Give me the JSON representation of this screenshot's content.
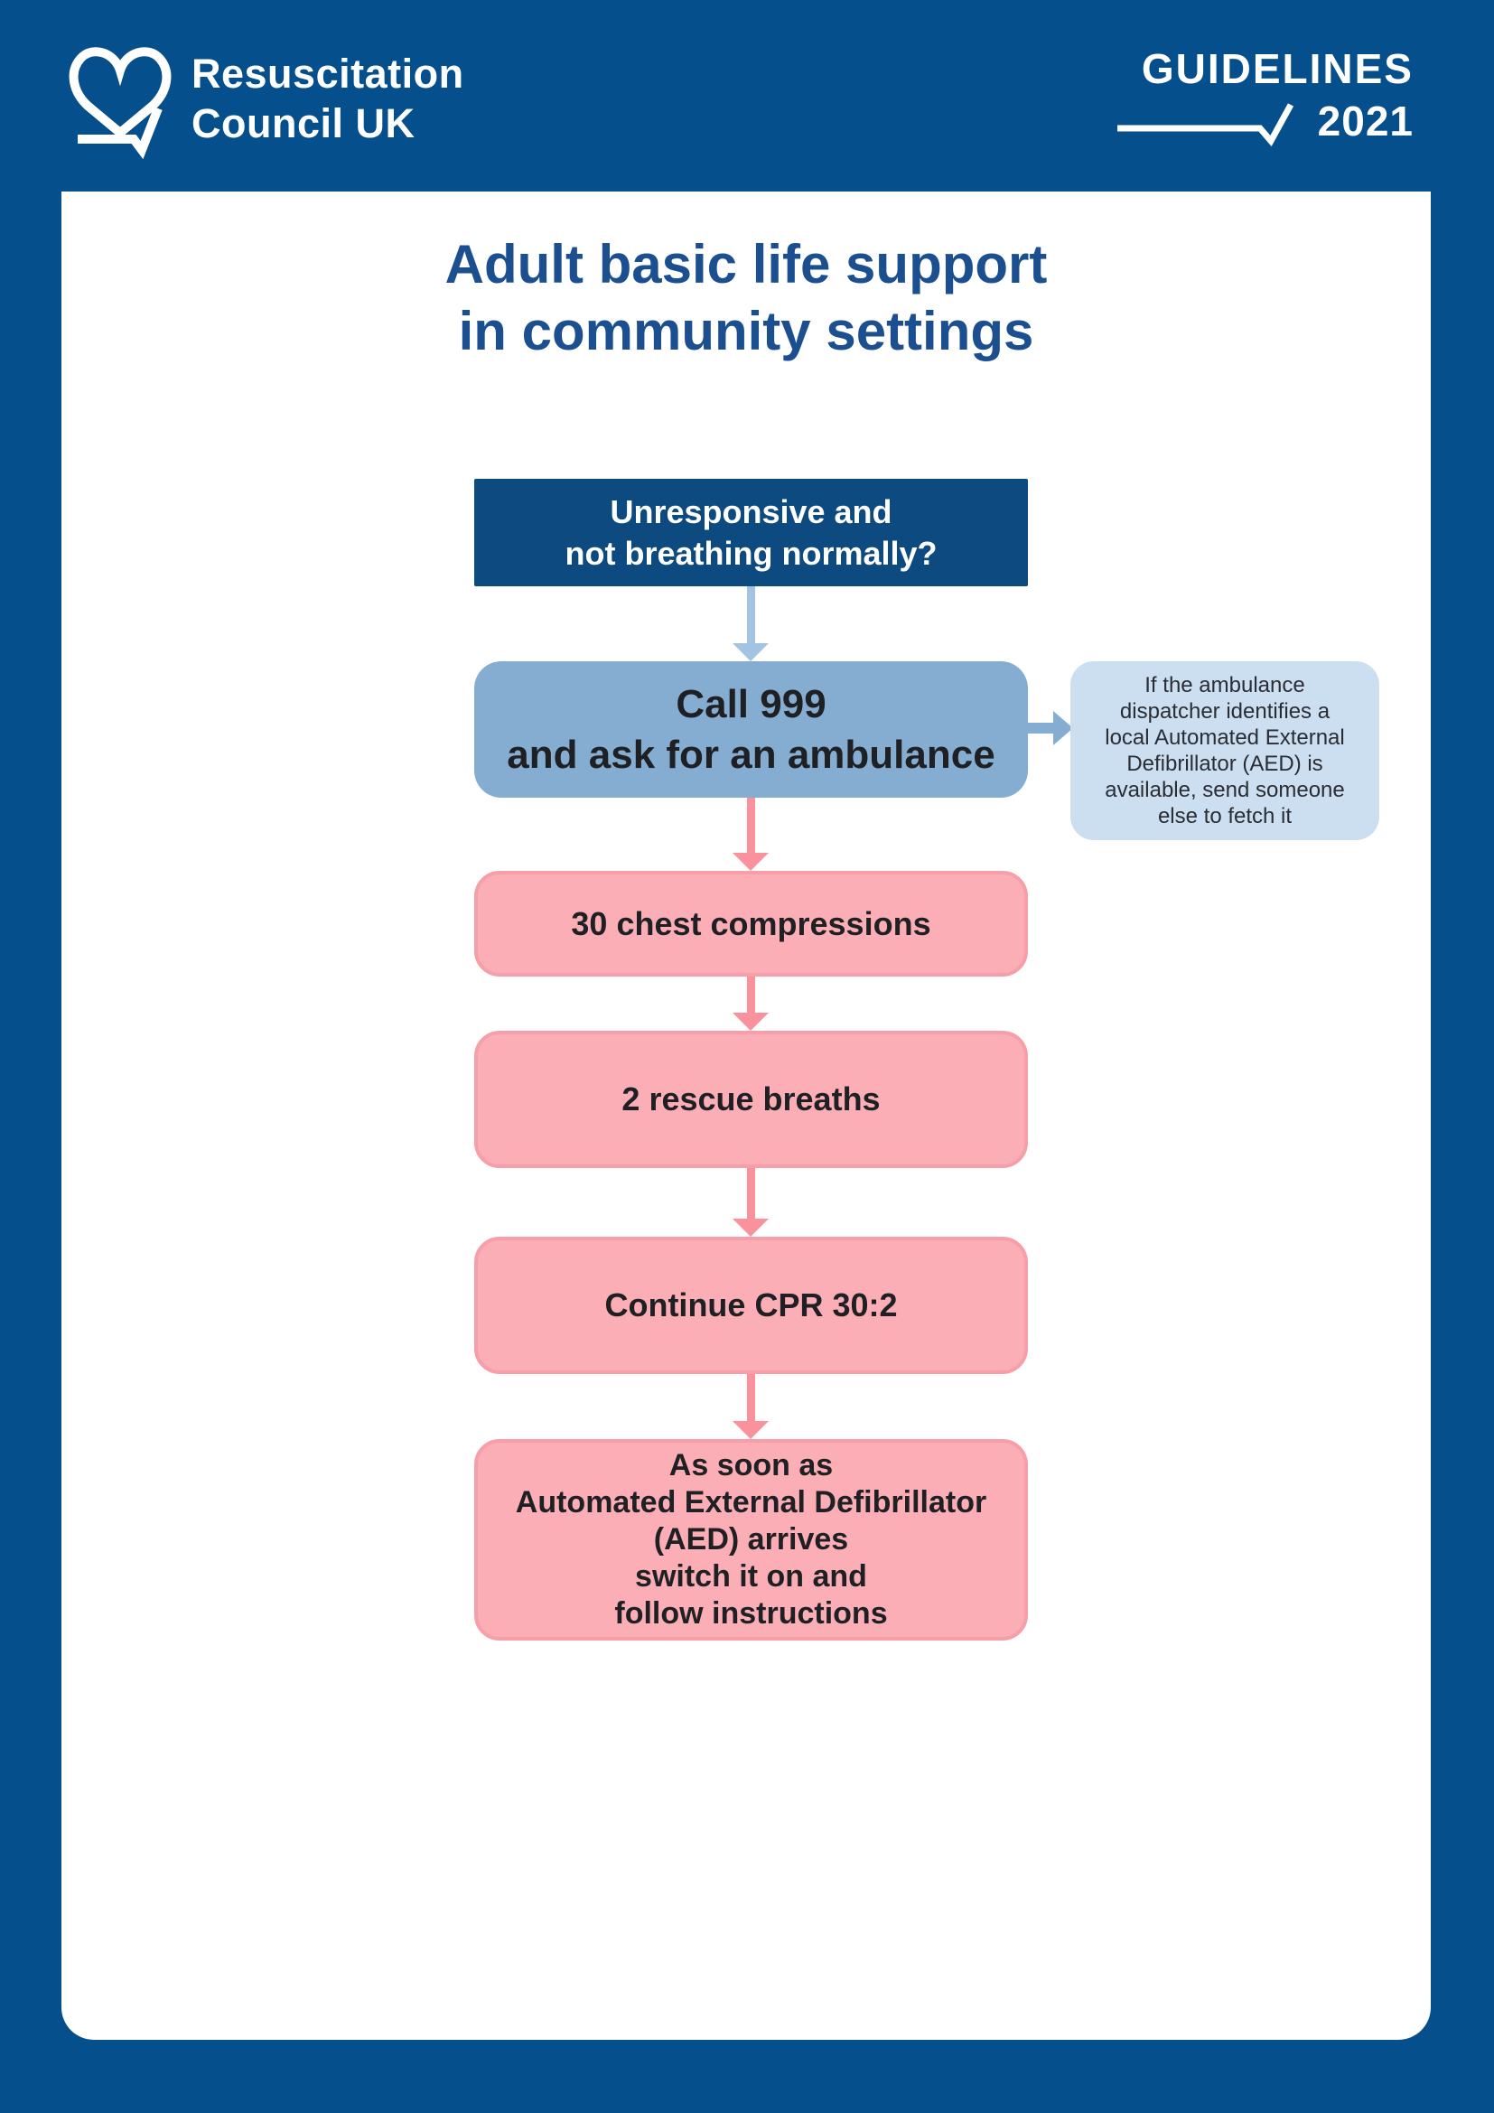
{
  "colors": {
    "frame_blue": "#044f8c",
    "box_dark_blue": "#0d4a80",
    "box_mid_blue": "#85add2",
    "note_blue": "#cbdff0",
    "arrow_light_blue": "#a3c4e1",
    "pink_fill": "#fbaeb5",
    "pink_arrow": "#f9929d",
    "title_blue": "#1b4f90"
  },
  "header": {
    "org_line1": "Resuscitation",
    "org_line2": "Council UK",
    "guidelines_label": "GUIDELINES",
    "guidelines_year": "2021"
  },
  "title": {
    "line1": "Adult basic life support",
    "line2": "in community settings"
  },
  "flow": {
    "step1": {
      "line1": "Unresponsive and",
      "line2": "not breathing normally?"
    },
    "step2": {
      "line1": "Call 999",
      "line2": "and ask for an ambulance"
    },
    "note": {
      "lines": [
        "If the ambulance",
        "dispatcher identifies a",
        "local Automated External",
        "Defibrillator (AED) is",
        "available, send someone",
        "else to fetch it"
      ]
    },
    "step3": "30 chest compressions",
    "step4": "2 rescue breaths",
    "step5": "Continue CPR 30:2",
    "step6": {
      "lines": [
        "As soon as",
        "Automated External Defibrillator",
        "(AED) arrives",
        "switch it on and",
        "follow instructions"
      ]
    }
  }
}
